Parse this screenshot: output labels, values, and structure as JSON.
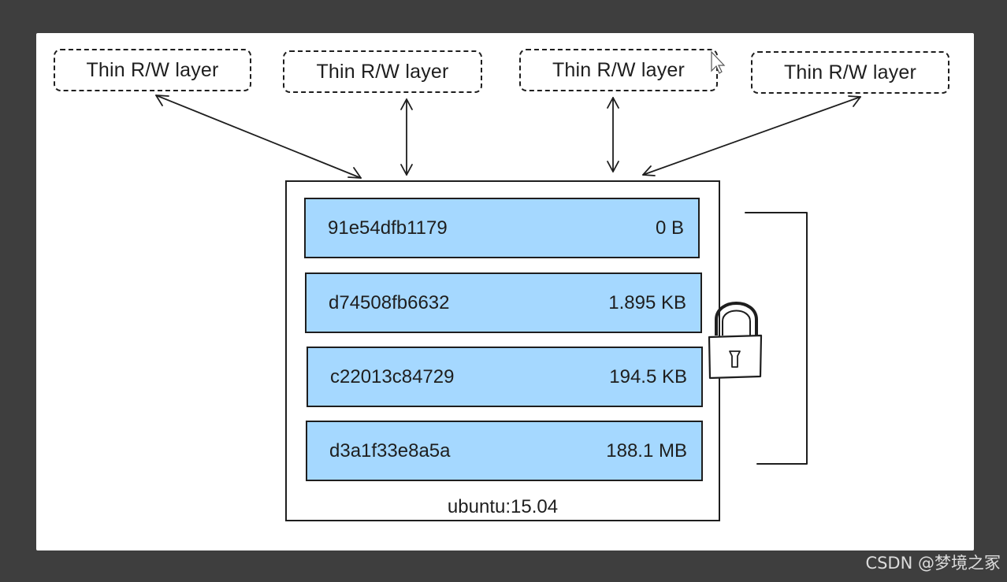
{
  "rw_layers": [
    {
      "label": "Thin R/W layer"
    },
    {
      "label": "Thin R/W layer"
    },
    {
      "label": "Thin R/W layer"
    },
    {
      "label": "Thin R/W layer"
    }
  ],
  "image": {
    "name": "ubuntu:15.04",
    "layers": [
      {
        "id": "91e54dfb1179",
        "size": "0 B"
      },
      {
        "id": "d74508fb6632",
        "size": "1.895 KB"
      },
      {
        "id": "c22013c84729",
        "size": "194.5 KB"
      },
      {
        "id": "d3a1f33e8a5a",
        "size": "188.1 MB"
      }
    ]
  },
  "colors": {
    "layer_fill": "#a5d8ff",
    "stroke": "#1e1e1e",
    "background": "#3e3e3e"
  },
  "icons": [
    "lock-icon",
    "bracket",
    "arrows"
  ],
  "watermark": "CSDN @梦境之冢"
}
